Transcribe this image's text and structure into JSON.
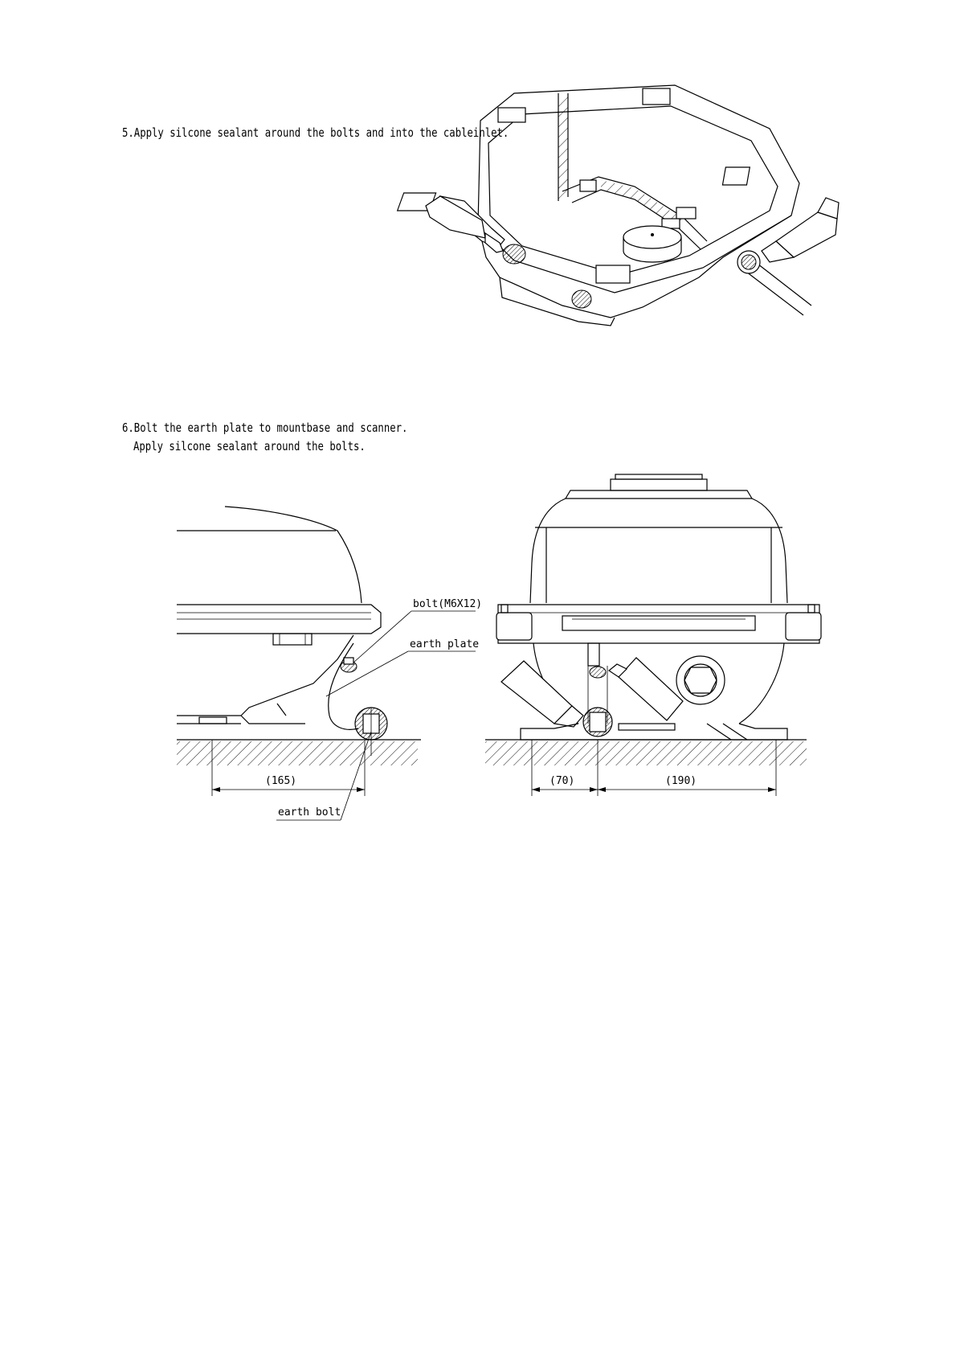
{
  "steps": {
    "step5": "5.Apply silcone sealant around the bolts and into the cableinlet.",
    "step6_line1": "6.Bolt the earth plate to mountbase and scanner.",
    "step6_line2": "Apply silcone sealant around the bolts."
  },
  "labels": {
    "bolt": "bolt(M6X12)",
    "earth_plate": "earth plate",
    "earth_bolt": "earth bolt",
    "dim_left": "(165)",
    "dim_mid": "(70)",
    "dim_right": "(190)"
  }
}
